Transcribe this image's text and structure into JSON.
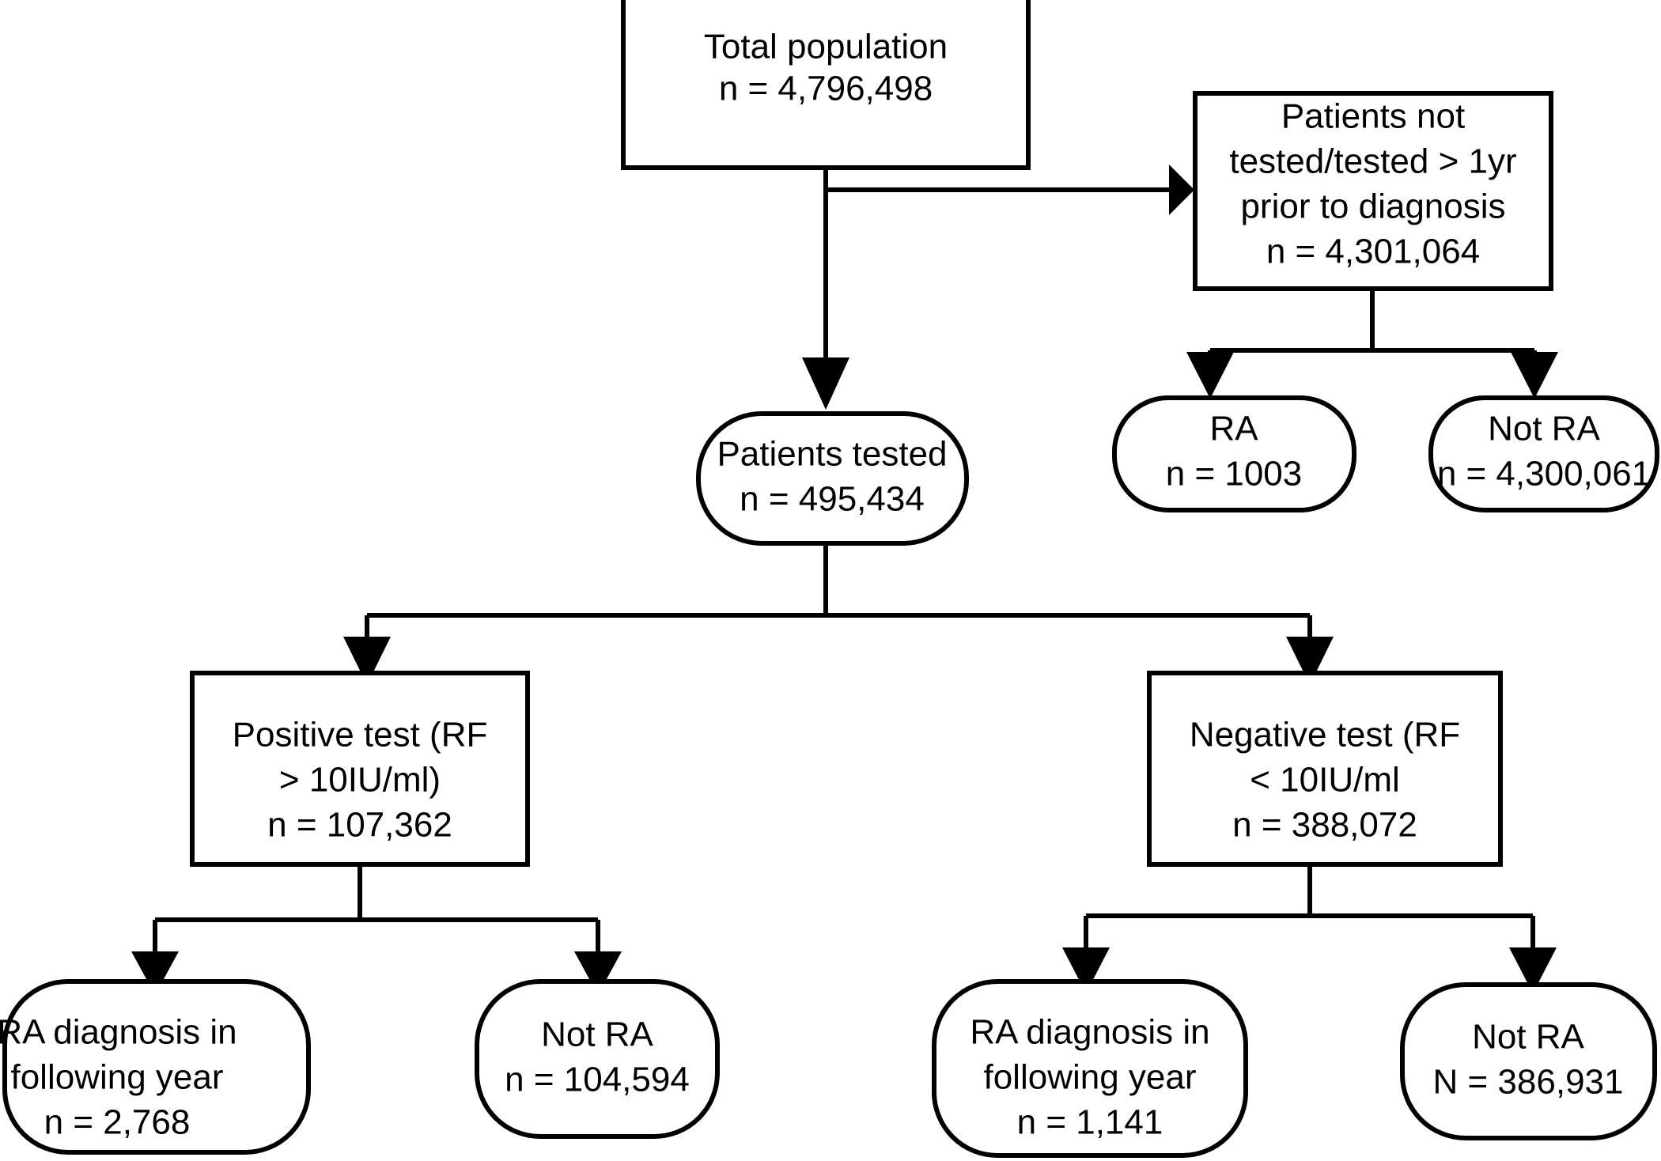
{
  "diagram": {
    "title": "Study population flow diagram",
    "type": "flowchart",
    "colors": {
      "background": "#ffffff",
      "stroke": "#000000",
      "fill": "#ffffff",
      "text": "#000000"
    },
    "nodes": {
      "total_population": {
        "shape": "rectangle",
        "line1": "Total population",
        "line2": "n = 4,796,498"
      },
      "not_tested": {
        "shape": "rectangle",
        "line1": "Patients not",
        "line2": "tested/tested > 1yr",
        "line3": "prior to diagnosis",
        "line4": "n = 4,301,064"
      },
      "untested_ra": {
        "shape": "rounded",
        "line1": "RA",
        "line2": "n = 1003"
      },
      "untested_not_ra": {
        "shape": "rounded",
        "line1": "Not RA",
        "line2": "n = 4,300,061"
      },
      "patients_tested": {
        "shape": "rounded",
        "line1": "Patients tested",
        "line2": "n = 495,434"
      },
      "positive_test": {
        "shape": "rectangle",
        "line1": "Positive test (RF",
        "line2": "> 10IU/ml)",
        "line3": "n = 107,362"
      },
      "negative_test": {
        "shape": "rectangle",
        "line1": "Negative test (RF",
        "line2": "< 10IU/ml",
        "line3": "n = 388,072"
      },
      "pos_ra": {
        "shape": "rounded",
        "line1": "RA diagnosis in",
        "line2": "following year",
        "line3": "n = 2,768"
      },
      "pos_not_ra": {
        "shape": "rounded",
        "line1": "Not RA",
        "line2": "n = 104,594"
      },
      "neg_ra": {
        "shape": "rounded",
        "line1": "RA diagnosis in",
        "line2": "following year",
        "line3": "n = 1,141"
      },
      "neg_not_ra": {
        "shape": "rounded",
        "line1": "Not RA",
        "line2": "N = 386,931"
      }
    },
    "chart_data": {
      "type": "flow-counts",
      "counts": [
        {
          "label": "Total population",
          "value": 4796498
        },
        {
          "label": "Patients not tested/tested > 1yr prior to diagnosis",
          "value": 4301064
        },
        {
          "label": "RA (not tested)",
          "value": 1003
        },
        {
          "label": "Not RA (not tested)",
          "value": 4300061
        },
        {
          "label": "Patients tested",
          "value": 495434
        },
        {
          "label": "Positive test (RF > 10IU/ml)",
          "value": 107362
        },
        {
          "label": "Negative test (RF < 10IU/ml)",
          "value": 388072
        },
        {
          "label": "RA diagnosis in following year (positive test)",
          "value": 2768
        },
        {
          "label": "Not RA (positive test)",
          "value": 104594
        },
        {
          "label": "RA diagnosis in following year (negative test)",
          "value": 1141
        },
        {
          "label": "Not RA (negative test)",
          "value": 386931
        }
      ]
    }
  }
}
